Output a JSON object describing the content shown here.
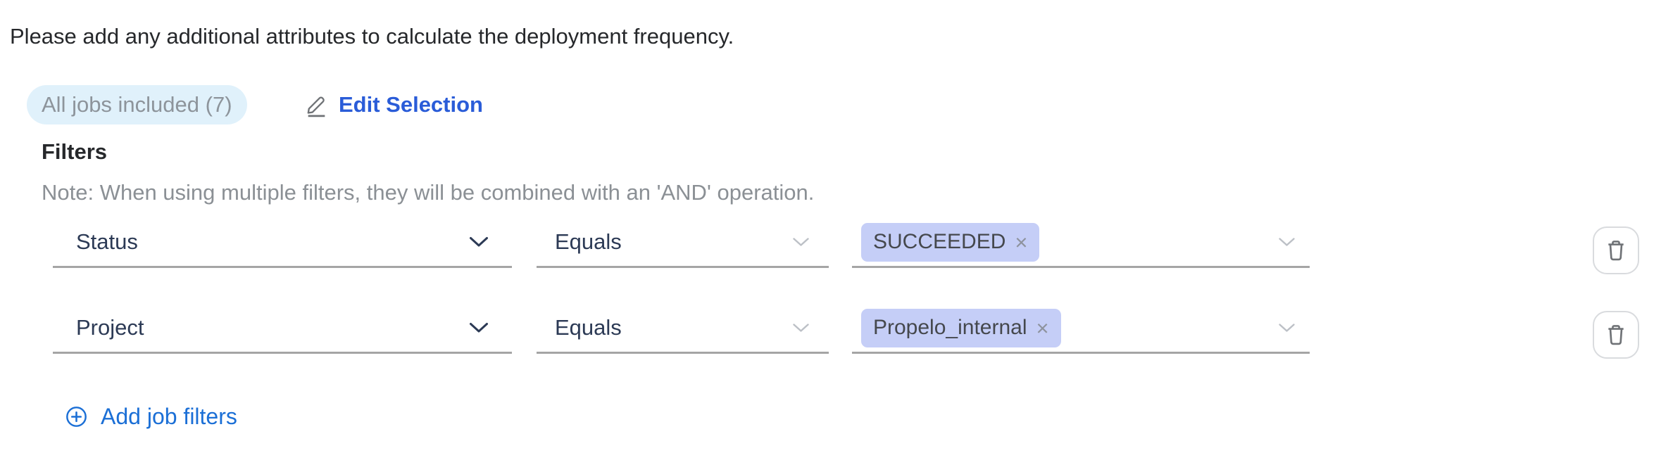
{
  "instruction": "Please add any additional attributes to calculate the deployment frequency.",
  "jobs_selection": {
    "badge_label": "All jobs included (7)",
    "edit_label": "Edit Selection",
    "edit_icon": "pencil-icon"
  },
  "filters": {
    "heading": "Filters",
    "note": "Note: When using multiple filters, they will be combined with an 'AND' operation.",
    "rows": [
      {
        "attribute": "Status",
        "operator": "Equals",
        "values": [
          {
            "label": "SUCCEEDED",
            "remove_glyph": "×"
          }
        ],
        "delete_icon": "trash-icon"
      },
      {
        "attribute": "Project",
        "operator": "Equals",
        "values": [
          {
            "label": "Propelo_internal",
            "remove_glyph": "×"
          }
        ],
        "delete_icon": "trash-icon"
      }
    ],
    "add_label": "Add job filters",
    "add_icon": "plus-circle-icon",
    "dropdown_icon": "chevron-down-icon"
  },
  "colors": {
    "text_dark": "#26282b",
    "note_gray": "#8b9095",
    "select_text": "#2c3a55",
    "underline": "#a5a5a5",
    "chevron_light": "#bcc0c6",
    "chip_bg": "#c5cef7",
    "chip_text": "#45484d",
    "chip_remove": "#8e939e",
    "badge_bg": "#e0f1fb",
    "badge_text": "#8d949b",
    "link_blue": "#2a5cd8",
    "add_blue": "#1b6fd6",
    "icon_gray": "#6f7276",
    "trash_border": "#d9dbde"
  }
}
